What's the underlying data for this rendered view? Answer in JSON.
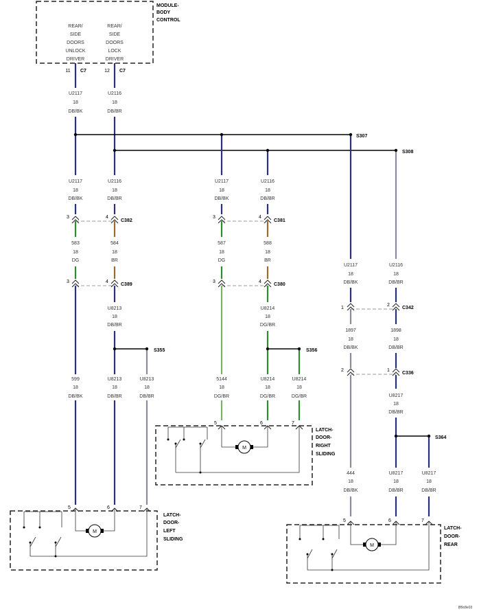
{
  "colors": {
    "DB": "#2a2f7a",
    "DG": "#2e8a2e",
    "BR": "#9a6a2a",
    "GY": "#8a8a9a",
    "DG/BR": "#2e8a2e",
    "BK": "#000000"
  },
  "module": {
    "title_lines": [
      "MODULE-",
      "BODY",
      "CONTROL"
    ],
    "func1_lines": [
      "REAR/",
      "SIDE",
      "DOORS",
      "UNLOCK",
      "DRIVER"
    ],
    "func2_lines": [
      "REAR/",
      "SIDE",
      "DOORS",
      "LOCK",
      "DRIVER"
    ],
    "pin1": "11",
    "pin2": "12",
    "connector": "C7"
  },
  "splices": {
    "s307": "S307",
    "s308": "S308",
    "s355": "S355",
    "s356": "S356",
    "s364": "S364"
  },
  "connectors": {
    "c382": "C382",
    "c381": "C381",
    "c389": "C389",
    "c380": "C380",
    "c342": "C342",
    "c336": "C336"
  },
  "wires": {
    "mod1": [
      "U2117",
      "18",
      "DB/BK"
    ],
    "mod2": [
      "U2116",
      "18",
      "DB/BR"
    ],
    "l1a": [
      "U2117",
      "18",
      "DB/BK"
    ],
    "l2a": [
      "U2116",
      "18",
      "DB/BR"
    ],
    "r1a": [
      "U2117",
      "18",
      "DB/BK"
    ],
    "r2a": [
      "U2116",
      "18",
      "DB/BR"
    ],
    "l1b": [
      "583",
      "18",
      "DG"
    ],
    "l2b": [
      "584",
      "18",
      "BR"
    ],
    "r1b": [
      "587",
      "18",
      "DG"
    ],
    "r2b": [
      "588",
      "18",
      "BR"
    ],
    "rr1a": [
      "U2117",
      "18",
      "DB/BK"
    ],
    "rr2a": [
      "U2116",
      "18",
      "DB/BR"
    ],
    "l2c": [
      "U8213",
      "18",
      "DB/BR"
    ],
    "r2c": [
      "U8214",
      "18",
      "DG/BR"
    ],
    "rr1b": [
      "1897",
      "18",
      "DB/BK"
    ],
    "rr2b": [
      "1898",
      "18",
      "DB/BR"
    ],
    "rr2c": [
      "U8217",
      "18",
      "DB/BR"
    ],
    "l1d": [
      "599",
      "18",
      "DB/BK"
    ],
    "l2d": [
      "U8213",
      "18",
      "DB/BR"
    ],
    "l3d": [
      "U8213",
      "18",
      "DB/BR"
    ],
    "r1d": [
      "5144",
      "18",
      "DG/BR"
    ],
    "r2d": [
      "U8214",
      "18",
      "DG/BR"
    ],
    "r3d": [
      "U8214",
      "18",
      "DG/BR"
    ],
    "rr1d": [
      "444",
      "18",
      "DB/BK"
    ],
    "rr2d": [
      "U8217",
      "18",
      "DB/BR"
    ],
    "rr3d": [
      "U8217",
      "18",
      "DB/BR"
    ]
  },
  "pins": {
    "c382a": "3",
    "c382b": "4",
    "c381a": "3",
    "c381b": "4",
    "c389a": "3",
    "c389b": "4",
    "c380a": "3",
    "c380b": "4",
    "c342a": "1",
    "c342b": "2",
    "c336a": "2",
    "c336b": "1",
    "left": [
      "5",
      "6",
      "7"
    ],
    "right": [
      "5",
      "6",
      "7"
    ],
    "rear": [
      "5",
      "6",
      "7"
    ]
  },
  "latches": {
    "left_lines": [
      "LATCH-",
      "DOOR-",
      "LEFT",
      "SLIDING"
    ],
    "right_lines": [
      "LATCH-",
      "DOOR-",
      "RIGHT",
      "SLIDING"
    ],
    "rear_lines": [
      "LATCH-",
      "DOOR-",
      "REAR"
    ]
  },
  "motor": "M",
  "figure_id": "8f9c8e03"
}
